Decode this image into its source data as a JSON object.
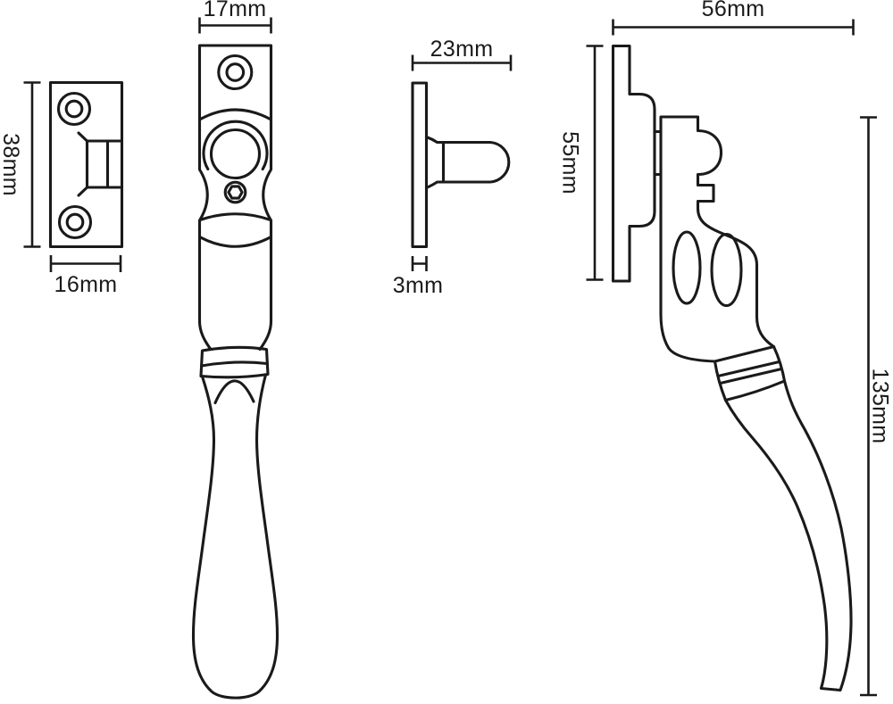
{
  "drawing": {
    "background_color": "#ffffff",
    "line_color": "#1a1a1a",
    "views": {
      "keep_front": {
        "height_label": "38mm",
        "width_label": "16mm"
      },
      "fastener_front": {
        "width_label": "17mm"
      },
      "keep_side": {
        "width_label": "23mm",
        "thickness_label": "3mm"
      },
      "fastener_side": {
        "depth_label": "56mm",
        "plate_height_label": "55mm",
        "overall_length_label": "135mm"
      }
    }
  }
}
